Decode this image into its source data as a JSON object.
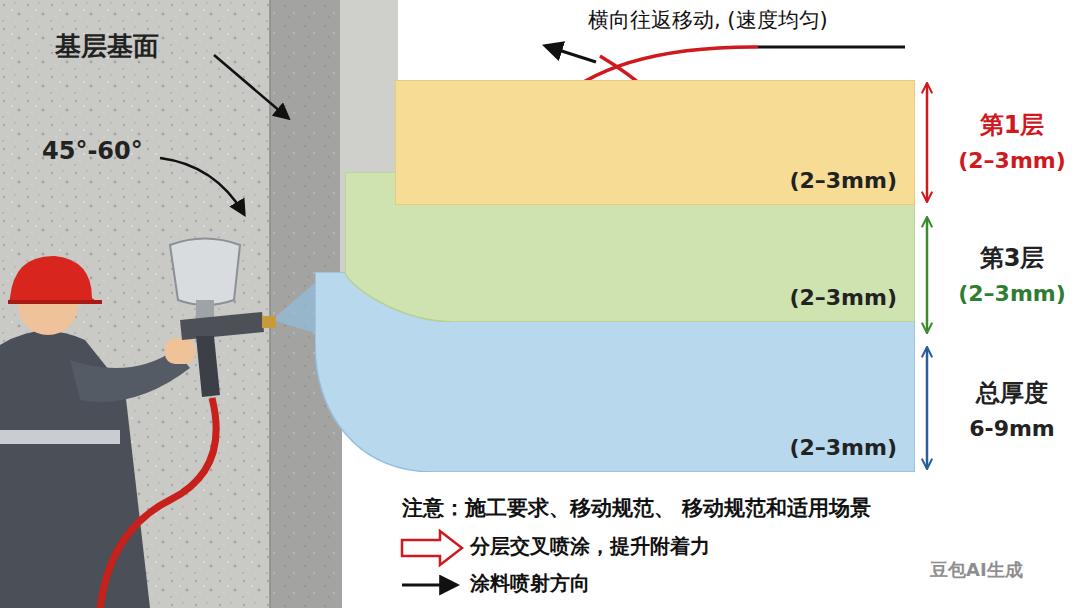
{
  "diagram": {
    "nodes": [
      {
        "text": [
          "(2–3mm)"
        ]
      },
      {
        "text": [
          "(2–3mm)"
        ]
      },
      {
        "text": [
          "(2–3mm)"
        ]
      }
    ],
    "labels": [
      "基层基面",
      "45°-60°",
      "横向往返移动, (速度均匀)",
      "第1层",
      "(2–3mm)",
      "第3层",
      "(2–3mm)",
      "总厚度",
      "6-9mm",
      "注意：施工要求、移动规范、 移动规范和适用场景",
      "豆包AI生成"
    ],
    "legend": [
      {
        "text": "分层交叉喷涂，提升附着力"
      },
      {
        "text": "涂料喷射方向"
      }
    ]
  }
}
